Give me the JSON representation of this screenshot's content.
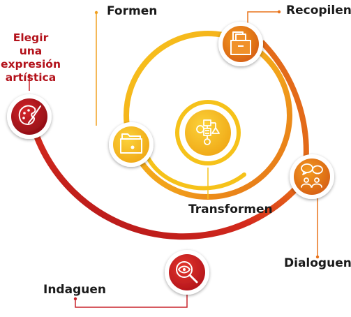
{
  "labels": {
    "formen": "Formen",
    "recopilen": "Recopilen",
    "elegir_line1": "Elegir una",
    "elegir_line2": "expresión",
    "elegir_line3": "artística",
    "dialoguen": "Dialoguen",
    "indaguen": "Indaguen",
    "transformen": "Transformen"
  },
  "colors": {
    "red": "#b3121b",
    "orange": "#e8731a",
    "yellow": "#f6c21a",
    "connector_red": "#c9242b",
    "connector_orange": "#f0a020"
  },
  "icons": {
    "elegir": "palette-brush-icon",
    "recopilen": "file-box-icon",
    "formen": "folder-icon",
    "dialoguen": "people-chat-icon",
    "indaguen": "magnifier-eye-icon",
    "transformen": "flowchart-icon"
  }
}
